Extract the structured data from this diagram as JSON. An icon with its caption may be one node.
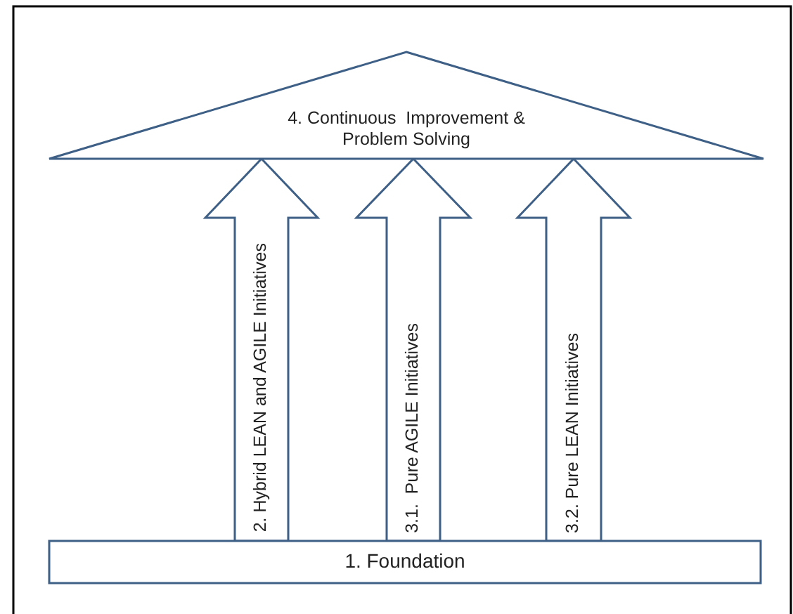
{
  "diagram": {
    "nodes": [
      {
        "text": [
          "4. Continuous  Improvement & Problem Solving"
        ]
      },
      {
        "text": [
          "1. Foundation"
        ]
      }
    ],
    "edges": [
      {
        "from": 1,
        "to": 0,
        "arrow": "to",
        "label": "2. Hybrid LEAN and AGILE Initiatives"
      },
      {
        "from": 1,
        "to": 0,
        "arrow": "to",
        "label": "3.1.  Pure AGILE Initiatives"
      },
      {
        "from": 1,
        "to": 0,
        "arrow": "to",
        "label": "3.2. Pure LEAN Initiatives"
      }
    ]
  }
}
